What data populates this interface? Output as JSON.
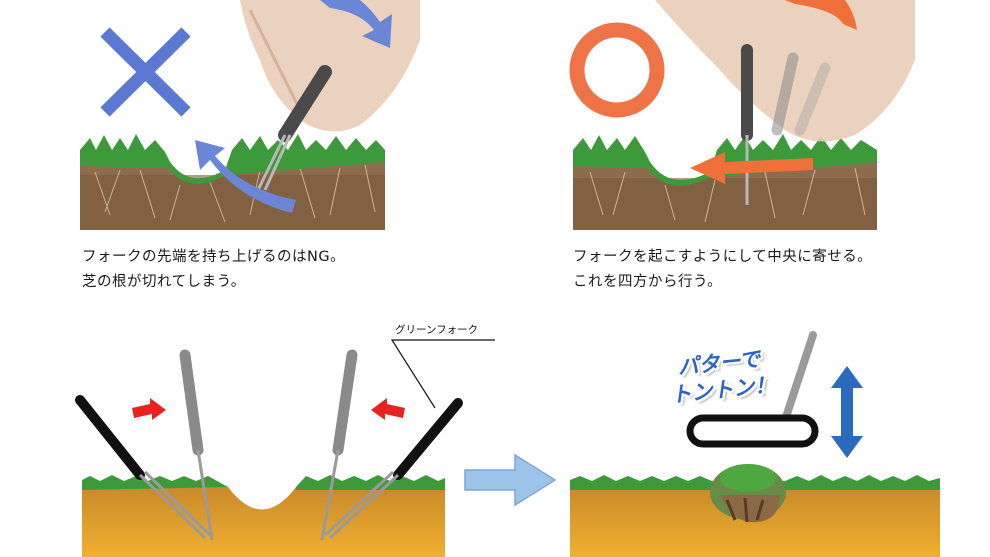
{
  "panels": {
    "top_left": {
      "mark": "cross-mark",
      "caption_line1": "フォークの先端を持ち上げるのはNG。",
      "caption_line2": "芝の根が切れてしまう。",
      "arrow_color": "#6b86d6"
    },
    "top_right": {
      "mark": "circle-mark",
      "caption_line1": "フォークを起こすようにして中央に寄せる。",
      "caption_line2": "これを四方から行う。",
      "arrow_color": "#f0703a"
    },
    "bottom_left": {
      "fork_label": "グリーンフォーク",
      "arrow_color": "#e8221e"
    },
    "bottom_right": {
      "putter_line1": "パターで",
      "putter_line2": "トントン！",
      "arrow_color": "#2a6bc0"
    }
  },
  "colors": {
    "grass": "#3c9a3a",
    "soil": "#c98a2a",
    "soil_dark": "#7a5a3a",
    "transition_arrow": "#9cc3ea"
  }
}
